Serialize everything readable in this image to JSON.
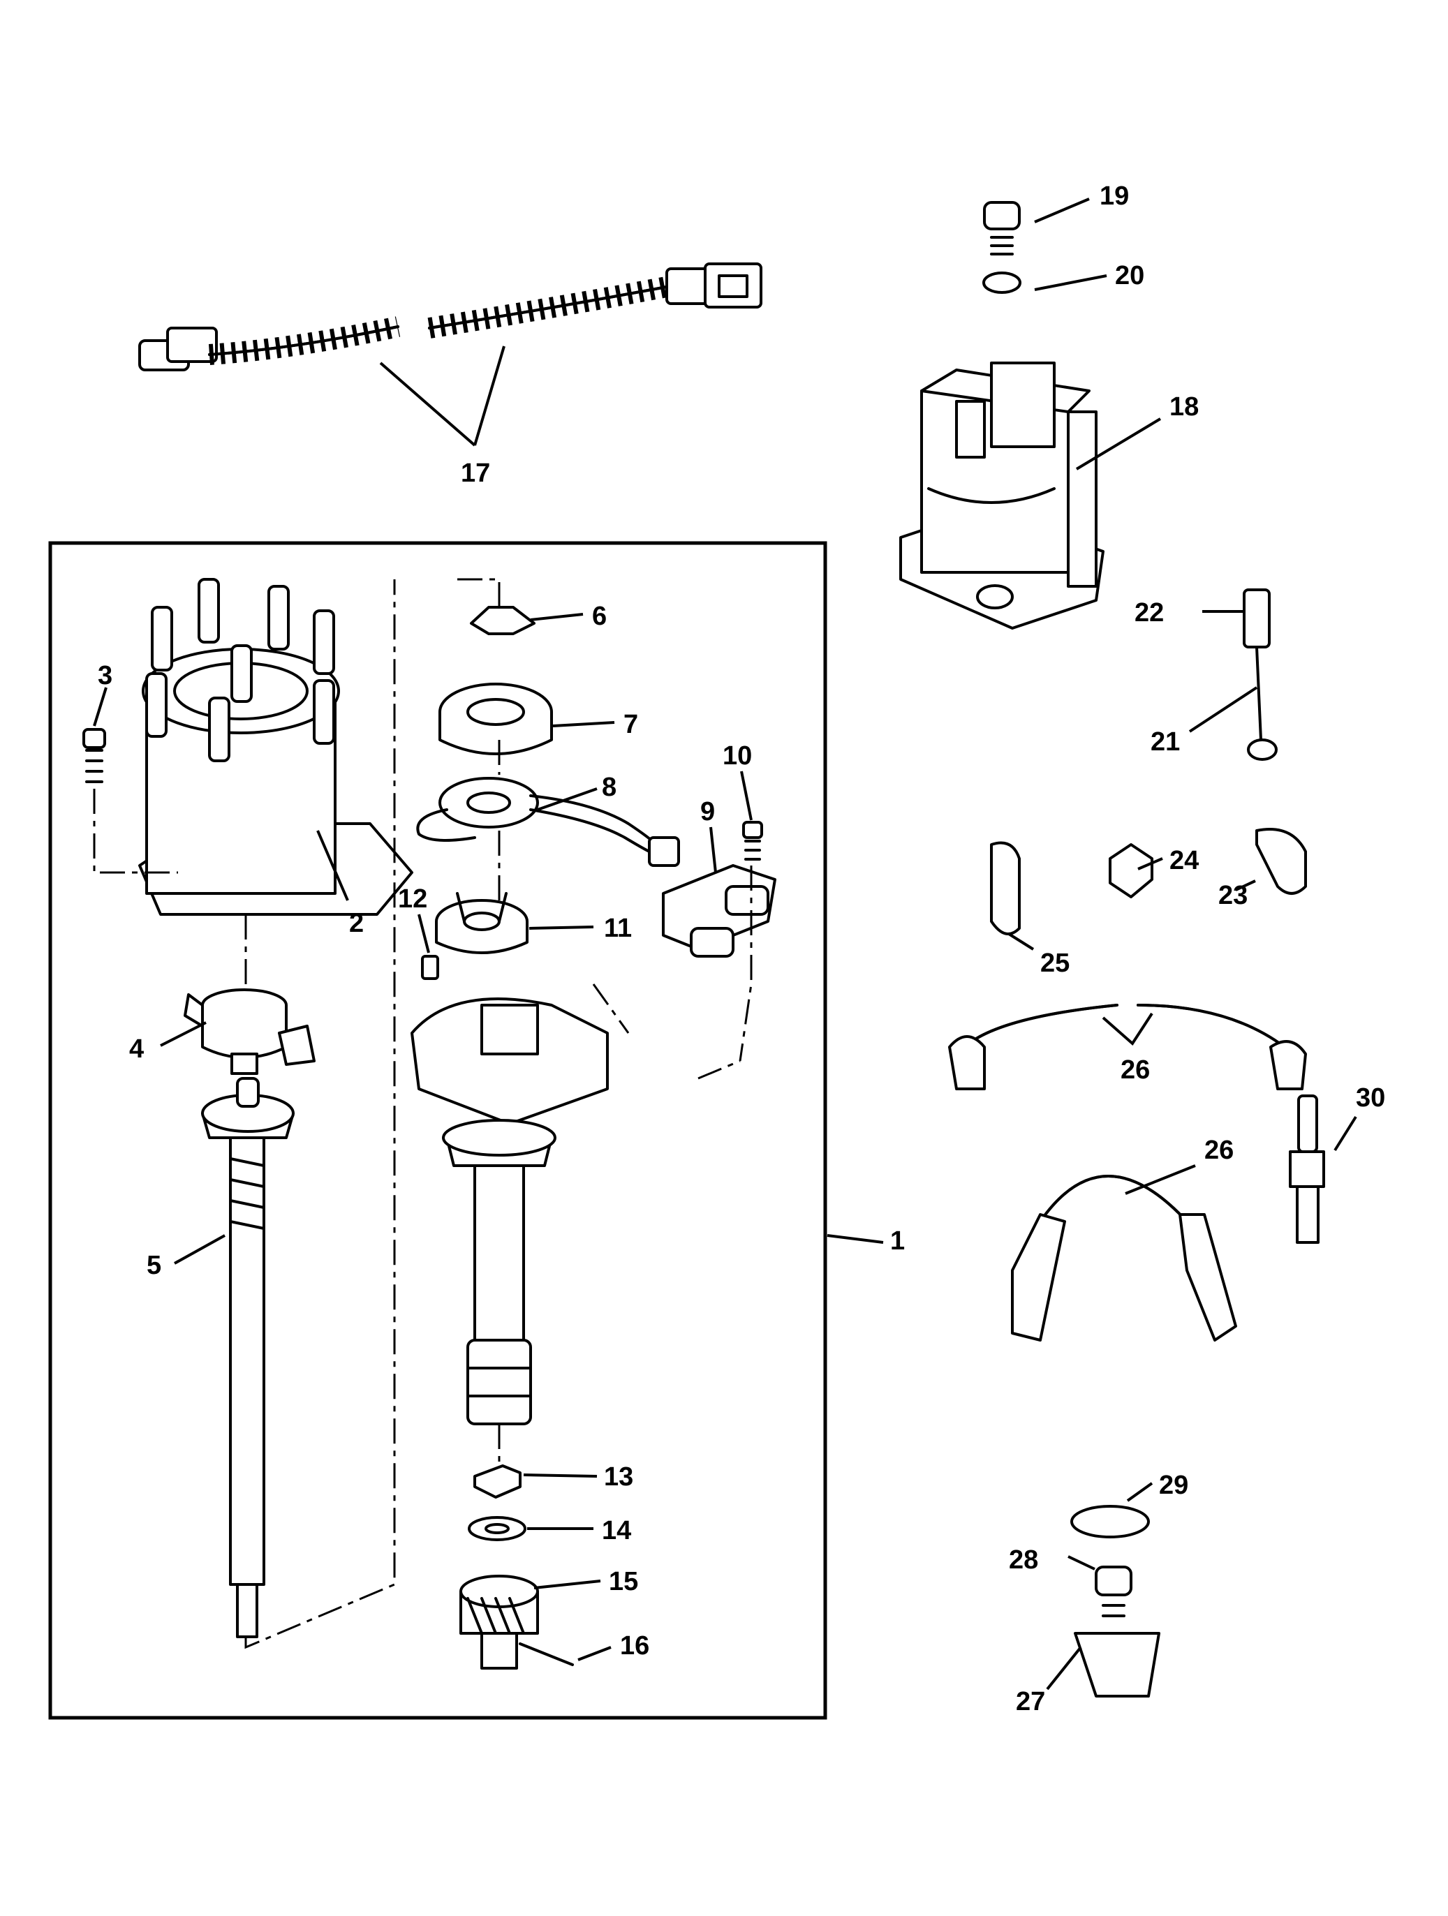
{
  "callouts": {
    "c1": "1",
    "c2": "2",
    "c3": "3",
    "c4": "4",
    "c5": "5",
    "c6": "6",
    "c7": "7",
    "c8": "8",
    "c9": "9",
    "c10": "10",
    "c11": "11",
    "c12": "12",
    "c13": "13",
    "c14": "14",
    "c15": "15",
    "c16": "16",
    "c17": "17",
    "c18": "18",
    "c19": "19",
    "c20": "20",
    "c21": "21",
    "c22": "22",
    "c23": "23",
    "c24": "24",
    "c25": "25",
    "c26a": "26",
    "c26b": "26",
    "c27": "27",
    "c28": "28",
    "c29": "29",
    "c30": "30"
  }
}
